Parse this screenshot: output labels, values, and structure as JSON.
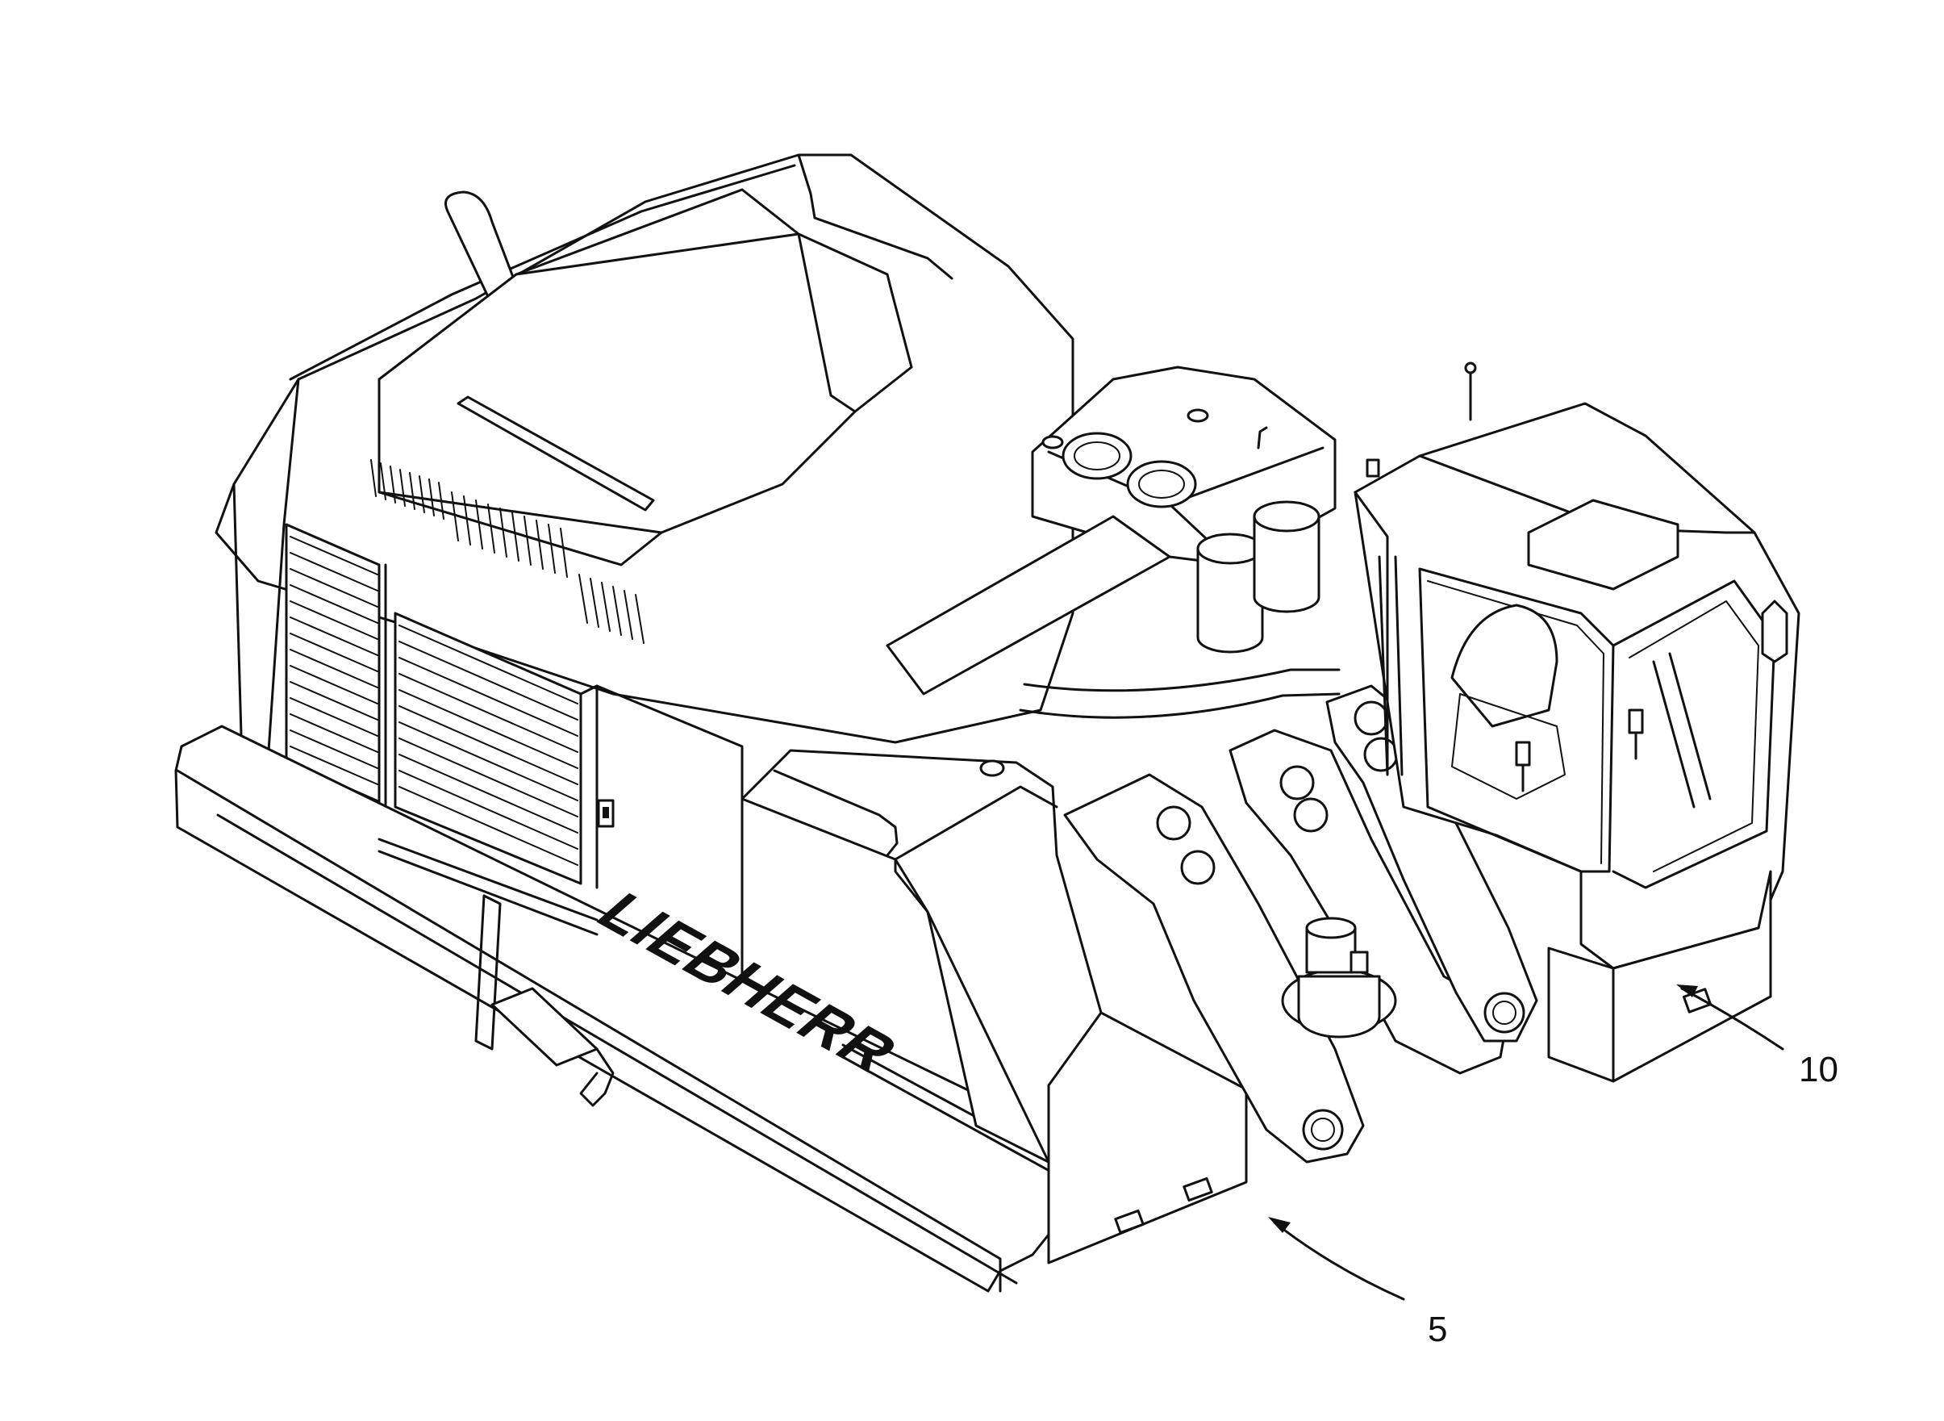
{
  "brand_lettering": "LIEBHERR",
  "reference_labels": [
    {
      "id": "label-5",
      "text": "5"
    },
    {
      "id": "label-10",
      "text": "10"
    }
  ]
}
